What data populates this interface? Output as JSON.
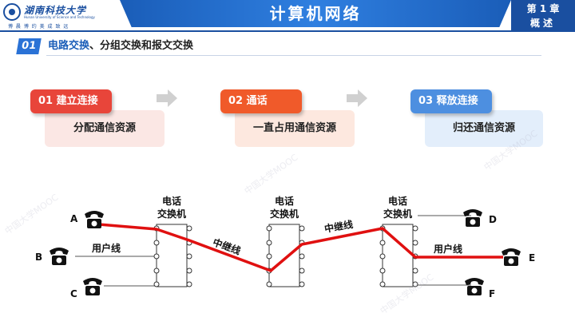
{
  "header": {
    "title": "计算机网络",
    "chapter": "第 1 章",
    "chapter_sub": "概述"
  },
  "logo": {
    "name_cn": "湖南科技大学",
    "name_en": "Hunan University of Science and Technology",
    "motto": "博 晨 博 约    美 成 致 远"
  },
  "section": {
    "number": "01",
    "title_highlight": "电路交换",
    "title_rest": "、分组交换和报文交换"
  },
  "steps": [
    {
      "label": "01 建立连接",
      "desc": "分配通信资源",
      "color": "#e8453a",
      "box": "#fbe7e4"
    },
    {
      "label": "02 通话",
      "desc": "一直占用通信资源",
      "color": "#f05a2a",
      "box": "#fde8df"
    },
    {
      "label": "03 释放连接",
      "desc": "归还通信资源",
      "color": "#4d8fe0",
      "box": "#e3eefb"
    }
  ],
  "diagram": {
    "switches": [
      {
        "label_line1": "电话",
        "label_line2": "交换机"
      },
      {
        "label_line1": "电话",
        "label_line2": "交换机"
      },
      {
        "label_line1": "电话",
        "label_line2": "交换机"
      }
    ],
    "phones": [
      "A",
      "B",
      "C",
      "D",
      "E",
      "F"
    ],
    "user_line_left": "用户线",
    "user_line_right": "用户线",
    "trunk_left": "中继线",
    "trunk_right": "中继线"
  },
  "watermark": "中国大学MOOC",
  "colors": {
    "primary": "#1a5db8",
    "circuit": "#e01010"
  }
}
